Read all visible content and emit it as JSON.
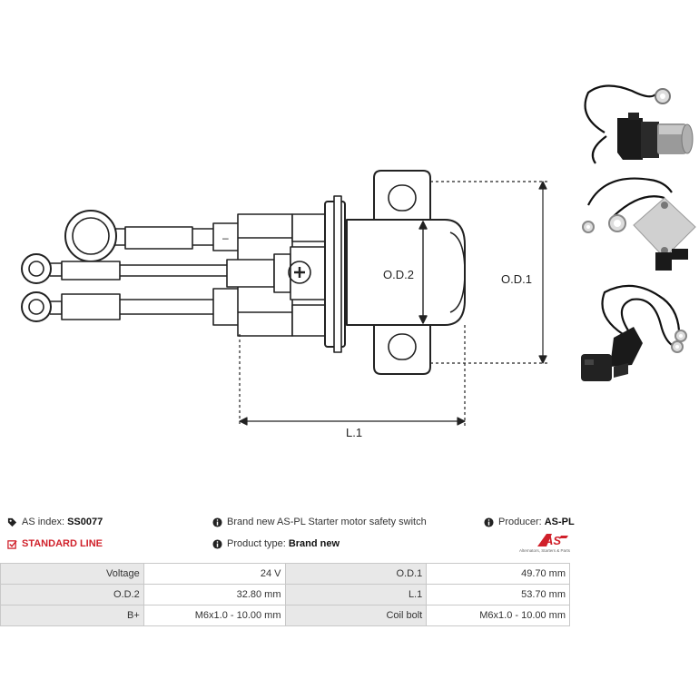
{
  "drawing": {
    "od2_label": "O.D.2",
    "od1_label": "O.D.1",
    "l1_label": "L.1",
    "terminal_mark": "–"
  },
  "header": {
    "as_index_label": "AS index:",
    "as_index_value": "SS0077",
    "standard_line": "STANDARD LINE",
    "description": "Brand new AS-PL Starter motor safety switch",
    "product_type_label": "Product type:",
    "product_type_value": "Brand new",
    "producer_label": "Producer:",
    "producer_value": "AS-PL",
    "logo_text": "AS",
    "logo_tagline": "Alternators, Starters & Parts"
  },
  "specs": {
    "rows": [
      {
        "label1": "Voltage",
        "value1": "24 V",
        "label2": "O.D.1",
        "value2": "49.70 mm"
      },
      {
        "label1": "O.D.2",
        "value1": "32.80 mm",
        "label2": "L.1",
        "value2": "53.70 mm"
      },
      {
        "label1": "B+",
        "value1": "M6x1.0 - 10.00 mm",
        "label2": "Coil bolt",
        "value2": "M6x1.0 - 10.00 mm"
      }
    ]
  },
  "colors": {
    "accent_red": "#d0202a",
    "table_label_bg": "#e8e8e8",
    "table_border": "#c8c8c8",
    "line_drawing": "#222222"
  },
  "icons": {
    "as_index": "tag-icon",
    "standard_line": "checkbox-icon",
    "info": "info-icon"
  }
}
